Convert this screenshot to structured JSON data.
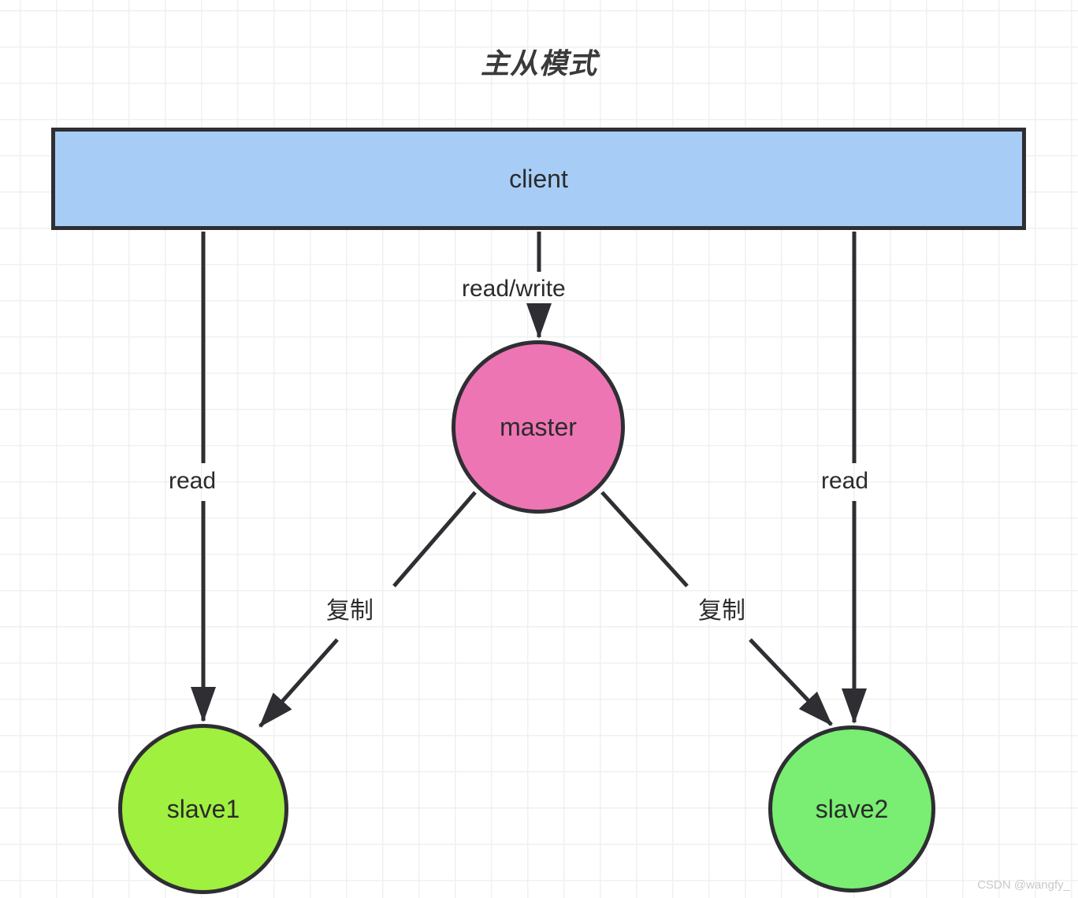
{
  "diagram": {
    "title": "主从模式",
    "watermark": "CSDN @wangfy_",
    "colors": {
      "client_fill": "#a7cdf7",
      "master_fill": "#ee75b4",
      "slave1_fill": "#a0f03f",
      "slave2_fill": "#79ee72",
      "stroke": "#2e2e33",
      "text": "#2b2b2b",
      "grid": "#f0f0f0",
      "watermark": "#c9c9c9"
    },
    "nodes": [
      {
        "id": "client",
        "label": "client",
        "shape": "rectangle"
      },
      {
        "id": "master",
        "label": "master",
        "shape": "circle"
      },
      {
        "id": "slave1",
        "label": "slave1",
        "shape": "circle"
      },
      {
        "id": "slave2",
        "label": "slave2",
        "shape": "circle"
      }
    ],
    "edges": [
      {
        "id": "client-master",
        "from": "client",
        "to": "master",
        "label": "read/write"
      },
      {
        "id": "client-slave1",
        "from": "client",
        "to": "slave1",
        "label": "read"
      },
      {
        "id": "client-slave2",
        "from": "client",
        "to": "slave2",
        "label": "read"
      },
      {
        "id": "master-slave1",
        "from": "master",
        "to": "slave1",
        "label": "复制"
      },
      {
        "id": "master-slave2",
        "from": "master",
        "to": "slave2",
        "label": "复制"
      }
    ]
  }
}
